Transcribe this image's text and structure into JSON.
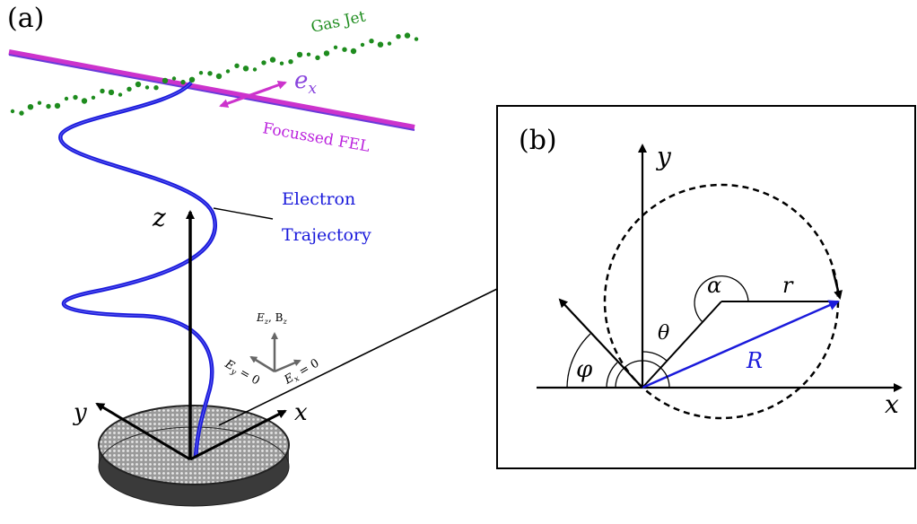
{
  "panels": {
    "a": {
      "label": "(a)",
      "gas_jet": "Gas Jet",
      "ex_label": "e",
      "ex_sub": "x",
      "fel_label": "Focussed FEL",
      "electron_line1": "Electron",
      "electron_line2": "Trajectory",
      "axis_z": "z",
      "axis_x": "x",
      "axis_y": "y",
      "field_top": "E",
      "field_top_sub1": "z",
      "field_top_mid": ", B",
      "field_top_sub2": "z",
      "field_ey": "E",
      "field_ey_sub": "y",
      "field_ey_tail": " = 0",
      "field_ex": "E",
      "field_ex_sub": "x",
      "field_ex_tail": " = 0"
    },
    "b": {
      "label": "(b)",
      "axis_x": "x",
      "axis_y": "y",
      "alpha": "α",
      "r": "r",
      "theta": "θ",
      "R": "R",
      "phi": "φ"
    }
  },
  "colors": {
    "electron": "#1a1adb",
    "gas_jet": "#1e8c1e",
    "fel": "#cc33cc",
    "vector_R": "#1a1adb",
    "black": "#000000",
    "field_arrows": "#666666"
  }
}
